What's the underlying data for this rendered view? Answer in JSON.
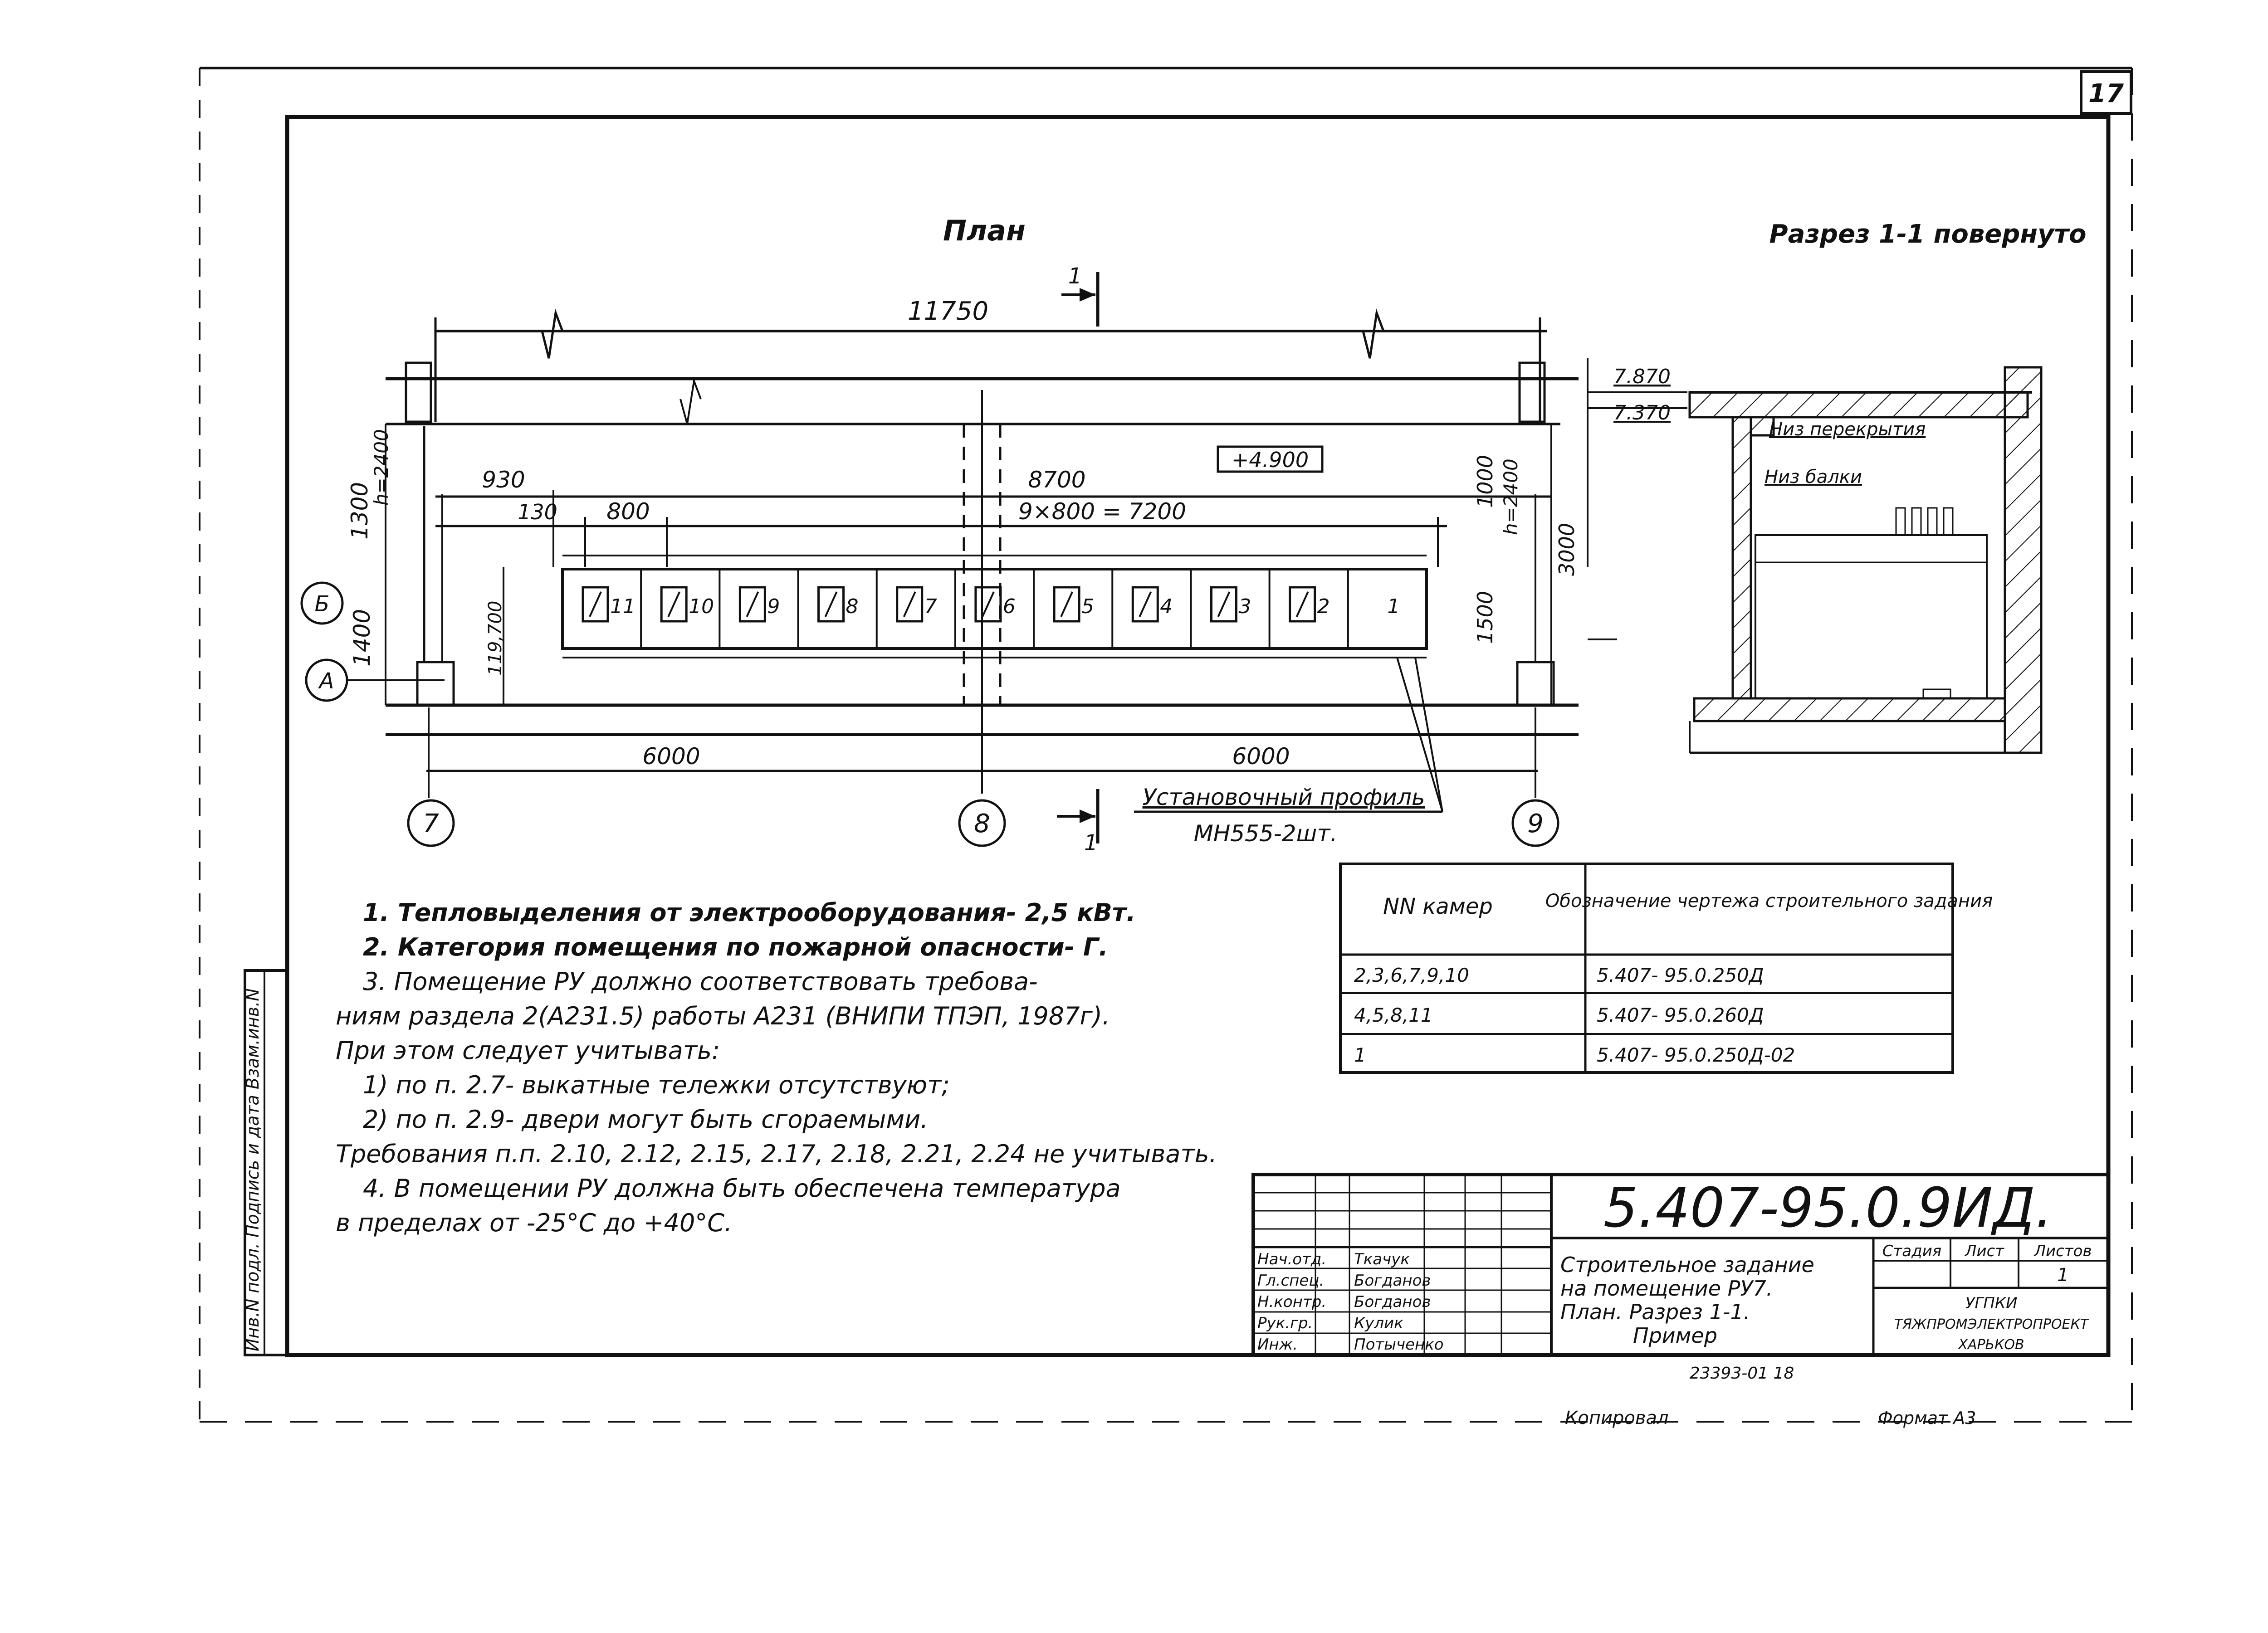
{
  "sheet": {
    "number": "17"
  },
  "plan": {
    "title": "План",
    "overall_length": "11750",
    "section_mark": "1",
    "level_mark": "+4.900",
    "dims": {
      "d930": "930",
      "d8700": "8700",
      "d130": "130",
      "d800": "800",
      "d9x800": "9×800 = 7200",
      "d1300": "1300",
      "h2400_left": "h=2400",
      "d1400": "1400",
      "d119700": "119,700",
      "d1000": "1000",
      "h2400_right": "h=2400",
      "d3000": "3000",
      "d1500": "1500",
      "d6000a": "6000",
      "d6000b": "6000"
    },
    "row_labels": [
      "Б",
      "А"
    ],
    "axes": [
      "7",
      "8",
      "9"
    ],
    "cells": [
      "11",
      "10",
      "9",
      "8",
      "7",
      "6",
      "5",
      "4",
      "3",
      "2",
      "1"
    ],
    "profile_label": "Установочный профиль",
    "profile_spec": "МН555-2шт."
  },
  "section": {
    "title": "Разрез 1-1 повернуто",
    "level_top": "7.870",
    "level_beam": "7.370",
    "label_slab": "Низ перекрытия",
    "label_beam": "Низ балки"
  },
  "notes": [
    "1. Тепловыделения от электрооборудования- 2,5 кВт.",
    "2. Категория помещения по пожарной опасности- Г.",
    "3. Помещение РУ должно соответствовать требова-",
    "ниям раздела 2(А231.5) работы А231 (ВНИПИ ТПЭП, 1987г).",
    "При этом следует учитывать:",
    "1) по п. 2.7- выкатные тележки отсутствуют;",
    "2) по п. 2.9- двери могут быть сгораемыми.",
    "Требования п.п. 2.10, 2.12, 2.15, 2.17, 2.18, 2.21, 2.24 не учитывать.",
    "4. В помещении РУ должна быть обеспечена температура",
    "в пределах от -25°С до +40°С."
  ],
  "ref_table": {
    "headers": [
      "NN камер",
      "Обозначение чертежа строительного задания"
    ],
    "rows": [
      [
        "2,3,6,7,9,10",
        "5.407- 95.0.250Д"
      ],
      [
        "4,5,8,11",
        "5.407- 95.0.260Д"
      ],
      [
        "1",
        "5.407- 95.0.250Д-02"
      ]
    ]
  },
  "stamp_side": "Инв.N подл.  Подпись и дата  Взам.инв.N",
  "title_block": {
    "doc_code": "5.407-95.0.9ИД.",
    "roles": [
      [
        "Нач.отд.",
        "Ткачук"
      ],
      [
        "Гл.спец.",
        "Богданов"
      ],
      [
        "Н.контр.",
        "Богданов"
      ],
      [
        "Рук.гр.",
        "Кулик"
      ],
      [
        "Инж.",
        "Потыченко"
      ]
    ],
    "description": [
      "Строительное задание",
      "на помещение РУ7.",
      "План. Разрез 1-1.",
      "Пример"
    ],
    "stage_header": [
      "Стадия",
      "Лист",
      "Листов"
    ],
    "sheets": "1",
    "org": [
      "УГПКИ",
      "ТЯЖПРОМЭЛЕКТРОПРОЕКТ",
      "ХАРЬКОВ"
    ],
    "archive": "23393-01   18"
  },
  "footer": {
    "copied": "Копировал",
    "format": "Формат А3"
  }
}
